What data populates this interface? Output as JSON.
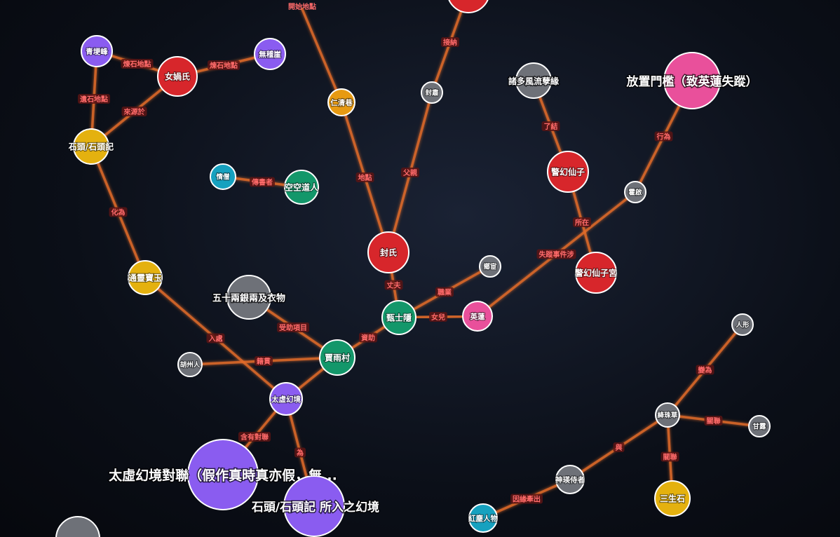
{
  "colors": {
    "red": "#d7262b",
    "purple": "#8a5cf0",
    "gold": "#e4b10f",
    "orange": "#e79a12",
    "gray": "#6e7178",
    "teal": "#16a1bf",
    "green": "#13976a",
    "pink": "#e9509b",
    "edge": "#e26b2a"
  },
  "nodes": [
    {
      "id": "n_kaishi",
      "label": "開始地點",
      "color": "gray",
      "r": 0,
      "label_pos": "center"
    },
    {
      "id": "n_topred",
      "label": "",
      "color": "red",
      "r": 30,
      "label_pos": "center"
    },
    {
      "id": "n_qinggeng",
      "label": "青埂峰",
      "color": "purple",
      "r": 22,
      "label_pos": "center"
    },
    {
      "id": "n_nuwa",
      "label": "女媧氏",
      "color": "red",
      "r": 28,
      "label_pos": "center"
    },
    {
      "id": "n_wujishan",
      "label": "無稽崖",
      "color": "purple",
      "r": 22,
      "label_pos": "center"
    },
    {
      "id": "n_shitou",
      "label": "石頭/石頭記",
      "color": "gold",
      "r": 25,
      "label_pos": "center"
    },
    {
      "id": "n_renqing",
      "label": "仁清巷",
      "color": "orange",
      "r": 19,
      "label_pos": "center"
    },
    {
      "id": "n_fengsu",
      "label": "封肅",
      "color": "gray",
      "r": 15,
      "label_pos": "center"
    },
    {
      "id": "n_zhuduo",
      "label": "諸多風流孽緣",
      "color": "gray",
      "r": 25,
      "label_pos": "center"
    },
    {
      "id": "n_fangzhi",
      "label": "放置門檻（致英蓮失蹤）",
      "color": "pink",
      "r": 40,
      "label_pos": "center"
    },
    {
      "id": "n_qingseng",
      "label": "情僧",
      "color": "teal",
      "r": 18,
      "label_pos": "center"
    },
    {
      "id": "n_kongkong",
      "label": "空空道人",
      "color": "green",
      "r": 24,
      "label_pos": "center"
    },
    {
      "id": "n_jinghuan",
      "label": "警幻仙子",
      "color": "red",
      "r": 29,
      "label_pos": "center"
    },
    {
      "id": "n_huoqi",
      "label": "霍啟",
      "color": "gray",
      "r": 15,
      "label_pos": "center"
    },
    {
      "id": "n_fengshi",
      "label": "封氏",
      "color": "red",
      "r": 29,
      "label_pos": "center"
    },
    {
      "id": "n_xianggong",
      "label": "鄉宦",
      "color": "gray",
      "r": 15,
      "label_pos": "center"
    },
    {
      "id": "n_jinghuangong",
      "label": "警幻仙子宮",
      "color": "red",
      "r": 29,
      "label_pos": "center"
    },
    {
      "id": "n_tonglingbaoyu",
      "label": "通靈寶玉",
      "color": "gold",
      "r": 24,
      "label_pos": "center"
    },
    {
      "id": "n_wushiliang",
      "label": "五十兩銀兩及衣物",
      "color": "gray",
      "r": 31,
      "label_pos": "center"
    },
    {
      "id": "n_zhenshiyin",
      "label": "甄士隱",
      "color": "green",
      "r": 24,
      "label_pos": "center"
    },
    {
      "id": "n_yinglian",
      "label": "英蓮",
      "color": "pink",
      "r": 21,
      "label_pos": "center"
    },
    {
      "id": "n_renxing",
      "label": "人形",
      "color": "gray",
      "r": 15,
      "label_pos": "center"
    },
    {
      "id": "n_huzhouren",
      "label": "胡州人",
      "color": "gray",
      "r": 17,
      "label_pos": "center"
    },
    {
      "id": "n_jiayucun",
      "label": "賈雨村",
      "color": "green",
      "r": 25,
      "label_pos": "center"
    },
    {
      "id": "n_taixu",
      "label": "太虛幻境",
      "color": "purple",
      "r": 23,
      "label_pos": "center"
    },
    {
      "id": "n_jiangzhucao",
      "label": "絳珠草",
      "color": "gray",
      "r": 17,
      "label_pos": "center"
    },
    {
      "id": "n_ganlu",
      "label": "甘露",
      "color": "gray",
      "r": 15,
      "label_pos": "center"
    },
    {
      "id": "n_taixuduilian",
      "label": "太虛幻境對聯（假作真時真亦假，無...",
      "color": "purple",
      "r": 50,
      "label_pos": "center"
    },
    {
      "id": "n_shitousuoru",
      "label": "石頭/石頭記 所入之幻境",
      "color": "purple",
      "r": 43,
      "label_pos": "center"
    },
    {
      "id": "n_shenying",
      "label": "神瑛侍者",
      "color": "gray",
      "r": 20,
      "label_pos": "center"
    },
    {
      "id": "n_sansheng",
      "label": "三生石",
      "color": "gold",
      "r": 25,
      "label_pos": "center"
    },
    {
      "id": "n_hongchen",
      "label": "紅塵人物",
      "color": "teal",
      "r": 20,
      "label_pos": "center"
    },
    {
      "id": "n_bottomleft",
      "label": "",
      "color": "gray",
      "r": 31,
      "label_pos": "center"
    }
  ],
  "edges": [
    {
      "from": "n_kaishi",
      "to": "n_renqing",
      "label": ""
    },
    {
      "from": "n_topred",
      "to": "n_fengsu",
      "label": "接納"
    },
    {
      "from": "n_qinggeng",
      "to": "n_nuwa",
      "label": "煉石地點"
    },
    {
      "from": "n_nuwa",
      "to": "n_wujishan",
      "label": "煉石地點"
    },
    {
      "from": "n_qinggeng",
      "to": "n_shitou",
      "label": "遺石地點"
    },
    {
      "from": "n_nuwa",
      "to": "n_shitou",
      "label": "來源於"
    },
    {
      "from": "n_renqing",
      "to": "n_fengshi",
      "label": "地點"
    },
    {
      "from": "n_fengsu",
      "to": "n_fengshi",
      "label": "父親"
    },
    {
      "from": "n_zhuduo",
      "to": "n_jinghuan",
      "label": "了結"
    },
    {
      "from": "n_fangzhi",
      "to": "n_huoqi",
      "label": "行為"
    },
    {
      "from": "n_qingseng",
      "to": "n_kongkong",
      "label": "傳書者"
    },
    {
      "from": "n_jinghuan",
      "to": "n_jinghuangong",
      "label": "所在"
    },
    {
      "from": "n_huoqi",
      "to": "n_yinglian",
      "label": "失蹤事件涉"
    },
    {
      "from": "n_shitou",
      "to": "n_tonglingbaoyu",
      "label": "化為"
    },
    {
      "from": "n_fengshi",
      "to": "n_zhenshiyin",
      "label": "丈夫"
    },
    {
      "from": "n_xianggong",
      "to": "n_zhenshiyin",
      "label": "職業"
    },
    {
      "from": "n_zhenshiyin",
      "to": "n_yinglian",
      "label": "女兒"
    },
    {
      "from": "n_wushiliang",
      "to": "n_jiayucun",
      "label": "受助項目"
    },
    {
      "from": "n_zhenshiyin",
      "to": "n_jiayucun",
      "label": "資助"
    },
    {
      "from": "n_tonglingbaoyu",
      "to": "n_taixu",
      "label": "入處"
    },
    {
      "from": "n_huzhouren",
      "to": "n_jiayucun",
      "label": "籍貫"
    },
    {
      "from": "n_jiayucun",
      "to": "n_taixu",
      "label": ""
    },
    {
      "from": "n_renxing",
      "to": "n_jiangzhucao",
      "label": "變為"
    },
    {
      "from": "n_jiangzhucao",
      "to": "n_ganlu",
      "label": "關聯"
    },
    {
      "from": "n_jiangzhucao",
      "to": "n_sansheng",
      "label": "關聯"
    },
    {
      "from": "n_taixu",
      "to": "n_taixuduilian",
      "label": "含有對聯"
    },
    {
      "from": "n_taixu",
      "to": "n_shitousuoru",
      "label": "為"
    },
    {
      "from": "n_jiangzhucao",
      "to": "n_shenying",
      "label": "與"
    },
    {
      "from": "n_shenying",
      "to": "n_hongchen",
      "label": "因緣牽出"
    }
  ],
  "top_label": "開始地點"
}
